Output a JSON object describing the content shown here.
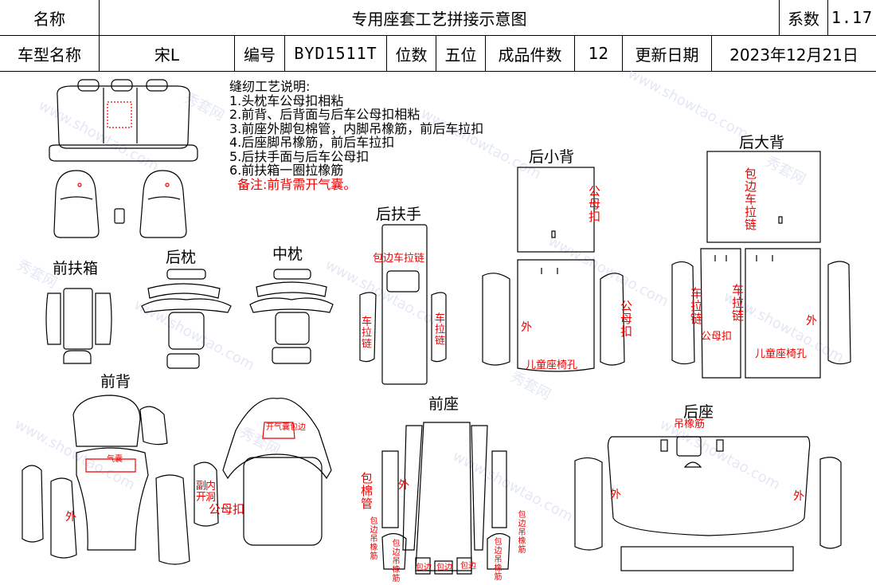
{
  "header": {
    "name_label": "名称",
    "title": "专用座套工艺拼接示意图",
    "coef_label": "系数",
    "coef_value": "1.17",
    "car_model_label": "车型名称",
    "car_model_value": "宋L",
    "code_label": "编号",
    "code_value": "BYD1511T",
    "seats_label": "位数",
    "seats_value": "五位",
    "pieces_label": "成品件数",
    "pieces_value": "12",
    "update_label": "更新日期",
    "update_value": "2023年12月21日"
  },
  "notes": {
    "title": "缝纫工艺说明:",
    "items": [
      "1.头枕车公母扣相粘",
      "2.前背、后背面与后车公母扣相粘",
      "3.前座外脚包棉管，内脚吊橡筋，前后车拉扣",
      "4.后座脚吊橡筋，前后车拉扣",
      "5.后扶手面与后车公母扣",
      "6.前扶箱一圈拉橡筋"
    ],
    "remark": "备注:前背需开气囊。"
  },
  "sections": {
    "front_box": "前扶箱",
    "rear_pillow": "后枕",
    "mid_pillow": "中枕",
    "rear_armrest": "后扶手",
    "rear_small_back": "后小背",
    "rear_big_back": "后大背",
    "front_back": "前背",
    "front_seat": "前座",
    "rear_seat": "后座"
  },
  "annotations": {
    "zipper_edge": "包边车拉链",
    "car_zipper": "车拉链",
    "male_female_buckle": "公母扣",
    "outer": "外",
    "child_seat_hole": "儿童座椅孔",
    "edge_car_zipper": "包边车拉链",
    "hang_elastic": "吊橡筋",
    "cotton_tube": "包棉管",
    "edge_hang_elastic": "包边吊橡筋",
    "edge": "包边",
    "airbag_edge": "开气囊包边",
    "side_opening": "副开",
    "inner": "内",
    "open": "洞",
    "airbag": "气囊"
  },
  "watermark": {
    "site": "www.showtao.com",
    "brand": "秀套网"
  },
  "colors": {
    "annotation": "#e00000",
    "outline": "#000000",
    "watermark": "#cfd6ee"
  }
}
